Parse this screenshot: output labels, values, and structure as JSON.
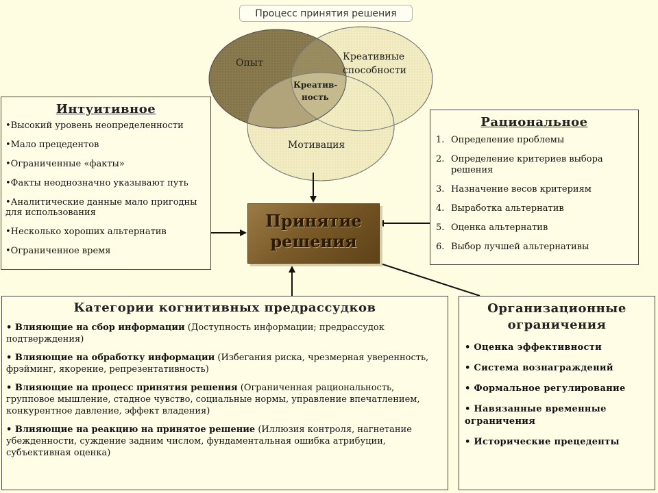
{
  "title": "Процесс принятия решения",
  "venn": {
    "experience": "Опыт",
    "creative_abilities_line1": "Креативные",
    "creative_abilities_line2": "способности",
    "motivation": "Мотивация",
    "center_line1": "Креатив-",
    "center_line2": "ность"
  },
  "intuitive": {
    "title": "Интуитивное",
    "items": [
      "•Высокий уровень неопределенности",
      "•Мало прецедентов",
      "•Ограниченные «факты»",
      "•Факты неоднозначно указывают путь",
      "•Аналитические данные мало пригодны для использования",
      "•Несколько хороших альтернатив",
      "•Ограниченное время"
    ]
  },
  "rational": {
    "title": "Рациональное",
    "items": [
      {
        "num": "1.",
        "text": "Определение проблемы"
      },
      {
        "num": "2.",
        "text": "Определение критериев выбора решения"
      },
      {
        "num": "3.",
        "text": "Назначение весов критериям"
      },
      {
        "num": "4.",
        "text": "Выработка альтернатив"
      },
      {
        "num": "5.",
        "text": "Оценка альтернатив"
      },
      {
        "num": "6.",
        "text": "Выбор лучшей альтернативы"
      }
    ]
  },
  "decision": {
    "line1": "Принятие",
    "line2": "решения"
  },
  "biases": {
    "title": "Категории когнитивных предрассудков",
    "items": [
      {
        "bold": "• Влияющие на сбор информации",
        "rest": " (Доступность информации; предрассудок подтверждения)"
      },
      {
        "bold": "• Влияющие на обработку информации",
        "rest": " (Избегания риска, чрезмерная уверенность, фрэйминг, якорение, репрезентативность)"
      },
      {
        "bold": "• Влияющие на процесс принятия решения",
        "rest": " (Ограниченная рациональность, групповое мышление, стадное чувство, социальные нормы, управление впечатлением, конкурентное давление, эффект владения)"
      },
      {
        "bold": "• Влияющие на реакцию на принятое решение",
        "rest": " (Иллюзия контроля, нагнетание убежденности, суждение задним числом, фундаментальная ошибка атрибуции, субъективная оценка)"
      }
    ]
  },
  "org": {
    "title_line1": "Организационные",
    "title_line2": "ограничения",
    "items": [
      "• Оценка эффективности",
      "• Система вознаграждений",
      "• Формальное регулирование",
      "• Навязанные временные ограничения",
      "• Исторические прецеденты"
    ]
  },
  "colors": {
    "background": "#fefde2",
    "experience_fill": "#8a7a50",
    "venn_fill": "#f3eec4",
    "decision_fill": "#7a5a28"
  }
}
